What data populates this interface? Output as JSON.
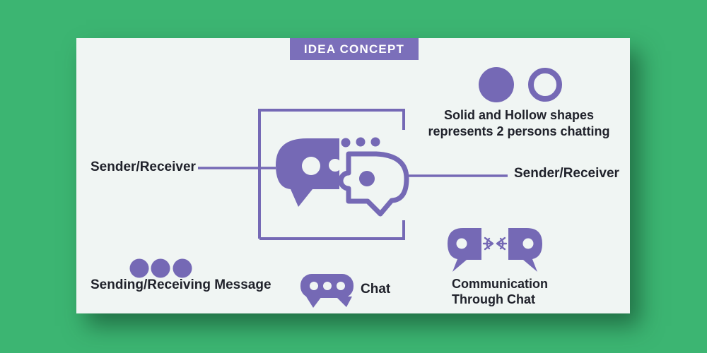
{
  "banner": {
    "title": "IDEA CONCEPT"
  },
  "labels": {
    "sender_left": "Sender/Receiver",
    "sender_right": "Sender/Receiver",
    "solid_hollow_line1": "Solid and Hollow shapes",
    "solid_hollow_line2": "represents 2 persons chatting",
    "sending_receiving": "Sending/Receiving Message",
    "chat": "Chat",
    "communication_line1": "Communication",
    "communication_line2": "Through Chat"
  },
  "icons": {
    "main": "interlocking-puzzle-chat-bubbles-in-frame",
    "solid_circle": "solid-circle",
    "hollow_circle": "hollow-circle",
    "message_dots": "three-dots",
    "chat_bubble": "chat-bubble-with-three-dots",
    "communication": "two-chat-bubbles-talking"
  },
  "colors": {
    "background_green": "#3cb572",
    "card": "#f0f5f3",
    "accent_purple": "#7569b5",
    "banner_purple": "#7b6fba",
    "text_dark": "#20222b",
    "shadow_green": "#0c3a22"
  }
}
